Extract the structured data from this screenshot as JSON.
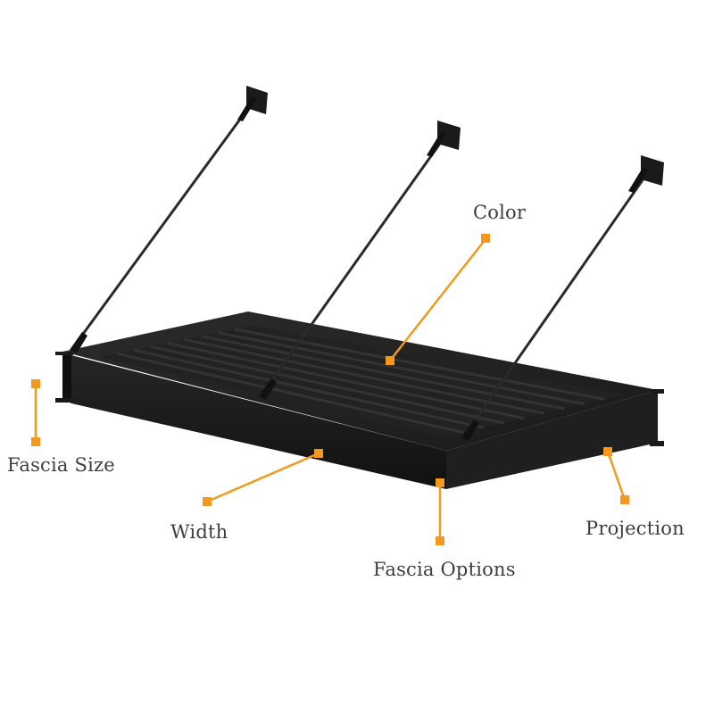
{
  "colors": {
    "accent": "#f39a1e",
    "product": "#1b1b1b",
    "product_highlight": "#2e2e2e",
    "label_text": "#3d3d3d",
    "background": "#ffffff"
  },
  "product": {
    "icon": "canopy-awning-icon",
    "hanger_rod_count": 3,
    "slat_count": 8
  },
  "callouts": {
    "color": "Color",
    "fascia_size": "Fascia Size",
    "width": "Width",
    "projection": "Projection",
    "fascia_options": "Fascia Options"
  }
}
